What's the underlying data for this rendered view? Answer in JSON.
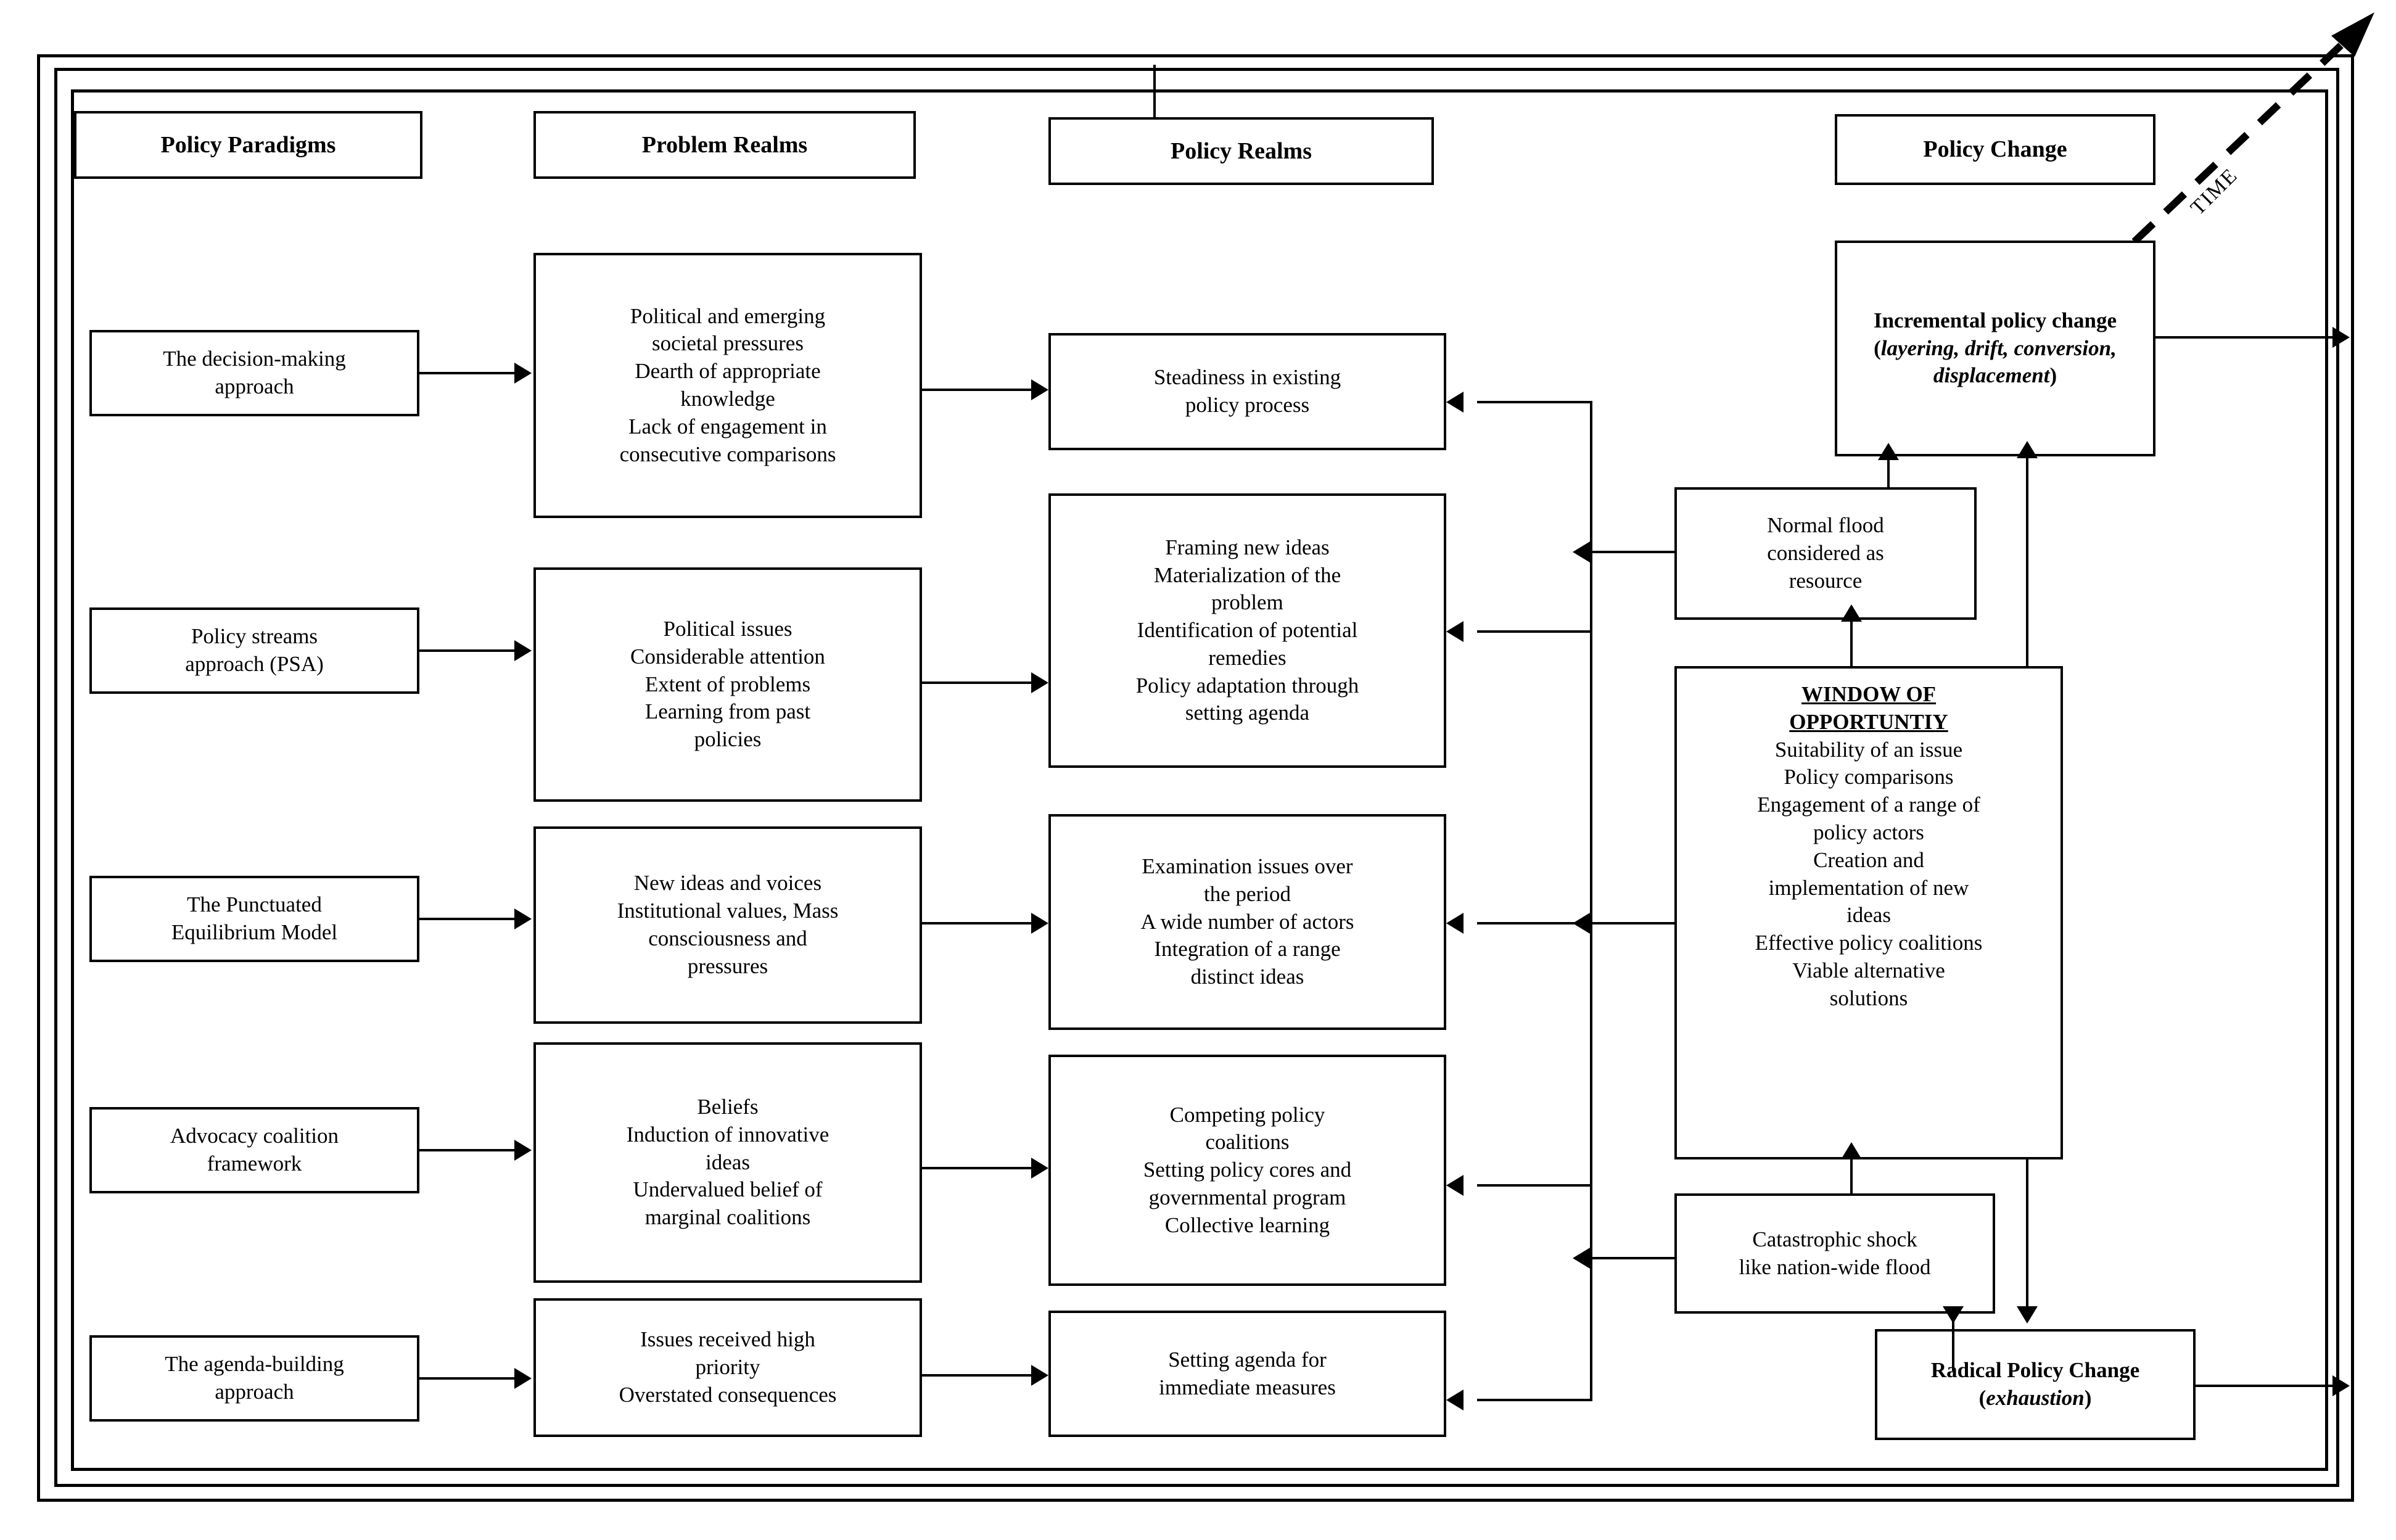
{
  "diagram": {
    "time_label": "TIME",
    "columns": [
      {
        "id": "policy-paradigms",
        "header": "Policy Paradigms"
      },
      {
        "id": "problem-realms",
        "header": "Problem Realms"
      },
      {
        "id": "policy-realms",
        "header": "Policy Realms"
      },
      {
        "id": "policy-change",
        "header": "Policy Change"
      }
    ],
    "paradigms": [
      {
        "id": "decision-making",
        "text": "The decision-making\napproach"
      },
      {
        "id": "policy-streams",
        "text": "Policy streams\napproach (PSA)"
      },
      {
        "id": "punctuated-equilibrium",
        "text": "The Punctuated\nEquilibrium Model"
      },
      {
        "id": "advocacy-coalition",
        "text": "Advocacy coalition\nframework"
      },
      {
        "id": "agenda-building",
        "text": "The agenda-building\napproach"
      }
    ],
    "problem_realms": [
      {
        "id": "pr-1",
        "text": "Political and emerging\nsocietal pressures\nDearth of appropriate\nknowledge\nLack of engagement in\nconsecutive comparisons"
      },
      {
        "id": "pr-2",
        "text": "Political issues\nConsiderable attention\nExtent of problems\nLearning from past\npolicies"
      },
      {
        "id": "pr-3",
        "text": "New ideas and voices\nInstitutional values, Mass\nconsciousness and\npressures"
      },
      {
        "id": "pr-4",
        "text": "Beliefs\nInduction of innovative\nideas\nUndervalued belief of\nmarginal coalitions"
      },
      {
        "id": "pr-5",
        "text": "Issues received high\npriority\nOverstated consequences"
      }
    ],
    "policy_realms": [
      {
        "id": "pl-1",
        "text": "Steadiness in existing\npolicy process"
      },
      {
        "id": "pl-2",
        "text": "Framing new ideas\nMaterialization of the\nproblem\nIdentification of potential\nremedies\nPolicy adaptation through\nsetting agenda"
      },
      {
        "id": "pl-3",
        "text": "Examination issues over\nthe period\nA wide number of actors\nIntegration of a range\ndistinct ideas"
      },
      {
        "id": "pl-4",
        "text": "Competing policy\ncoalitions\nSetting policy cores and\ngovernmental program\nCollective learning"
      },
      {
        "id": "pl-5",
        "text": "Setting agenda for\nimmediate measures"
      }
    ],
    "right_nodes": {
      "incremental_change": {
        "prefix": "Incremental policy change (",
        "italic": "layering, drift, conversion, displacement",
        "suffix": ")"
      },
      "normal_flood": "Normal flood\nconsidered as\nresource",
      "window_of_opportunity": {
        "title": "WINDOW OF\nOPPORTUNTIY",
        "items": "Suitability of an issue\nPolicy comparisons\nEngagement of a range of\npolicy actors\nCreation and\nimplementation of new\nideas\nEffective policy coalitions\nViable alternative\nsolutions"
      },
      "catastrophic_shock": "Catastrophic shock\nlike nation-wide flood",
      "radical_change": {
        "prefix": "Radical Policy Change (",
        "italic": "exhaustion",
        "suffix": ")"
      }
    }
  }
}
